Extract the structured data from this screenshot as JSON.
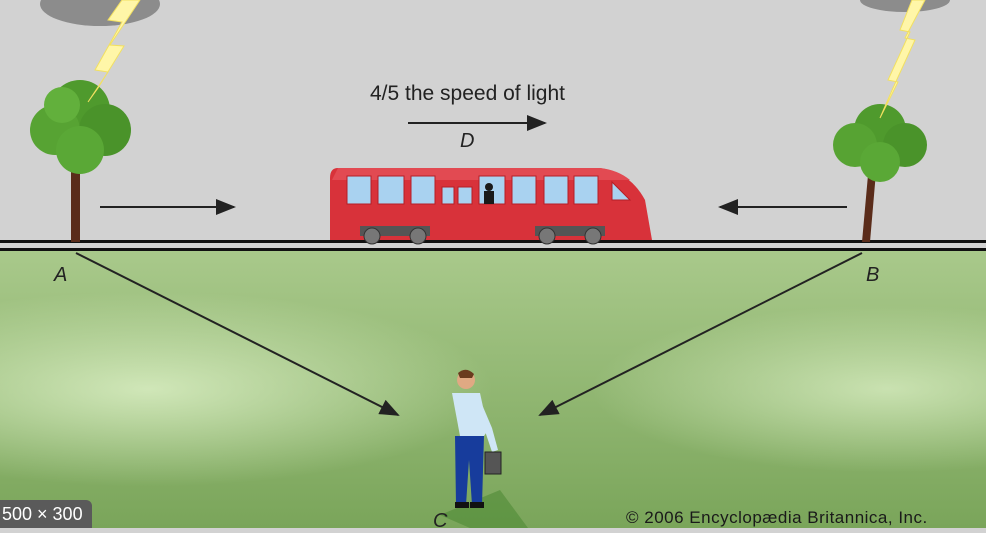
{
  "labels": {
    "speed": "4/5 the speed of light",
    "point_d": "D",
    "point_a": "A",
    "point_b": "B",
    "point_c": "C"
  },
  "badge": {
    "size": "500 × 300"
  },
  "credit": {
    "copyright": "© 2006 Encyclopædia Britannica, Inc."
  },
  "colors": {
    "sky": "#d2d2d2",
    "ground": "#8fb46f",
    "train": "#d8323a",
    "tree_leaves": "#4f9a2d",
    "lightning": "#fff6a8"
  }
}
